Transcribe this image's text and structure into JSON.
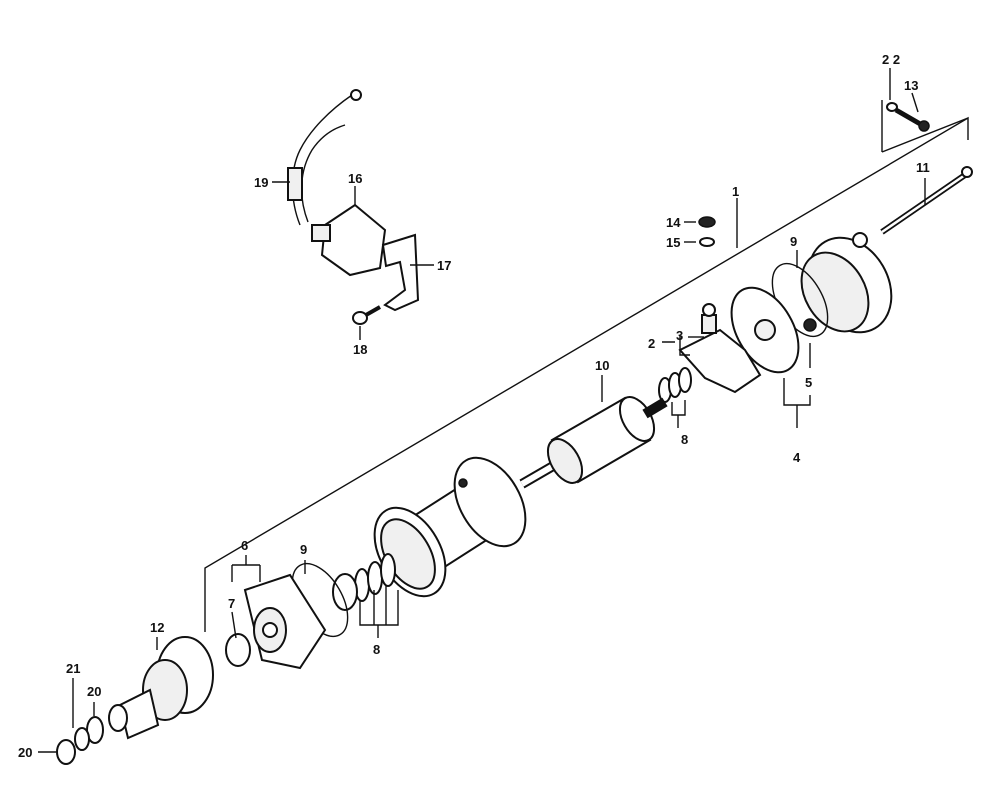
{
  "callouts": [
    {
      "id": "1",
      "text": "1"
    },
    {
      "id": "2",
      "text": "2"
    },
    {
      "id": "3",
      "text": "3"
    },
    {
      "id": "4",
      "text": "4"
    },
    {
      "id": "5",
      "text": "5"
    },
    {
      "id": "6",
      "text": "6"
    },
    {
      "id": "7",
      "text": "7"
    },
    {
      "id": "8a",
      "text": "8"
    },
    {
      "id": "8b",
      "text": "8"
    },
    {
      "id": "9a",
      "text": "9"
    },
    {
      "id": "9b",
      "text": "9"
    },
    {
      "id": "10",
      "text": "10"
    },
    {
      "id": "11",
      "text": "11"
    },
    {
      "id": "12",
      "text": "12"
    },
    {
      "id": "13",
      "text": "13"
    },
    {
      "id": "14",
      "text": "14"
    },
    {
      "id": "15",
      "text": "15"
    },
    {
      "id": "16",
      "text": "16"
    },
    {
      "id": "17",
      "text": "17"
    },
    {
      "id": "18",
      "text": "18"
    },
    {
      "id": "19",
      "text": "19"
    },
    {
      "id": "20a",
      "text": "20"
    },
    {
      "id": "20b",
      "text": "20"
    },
    {
      "id": "21",
      "text": "21"
    },
    {
      "id": "22",
      "text": "2 2"
    }
  ]
}
